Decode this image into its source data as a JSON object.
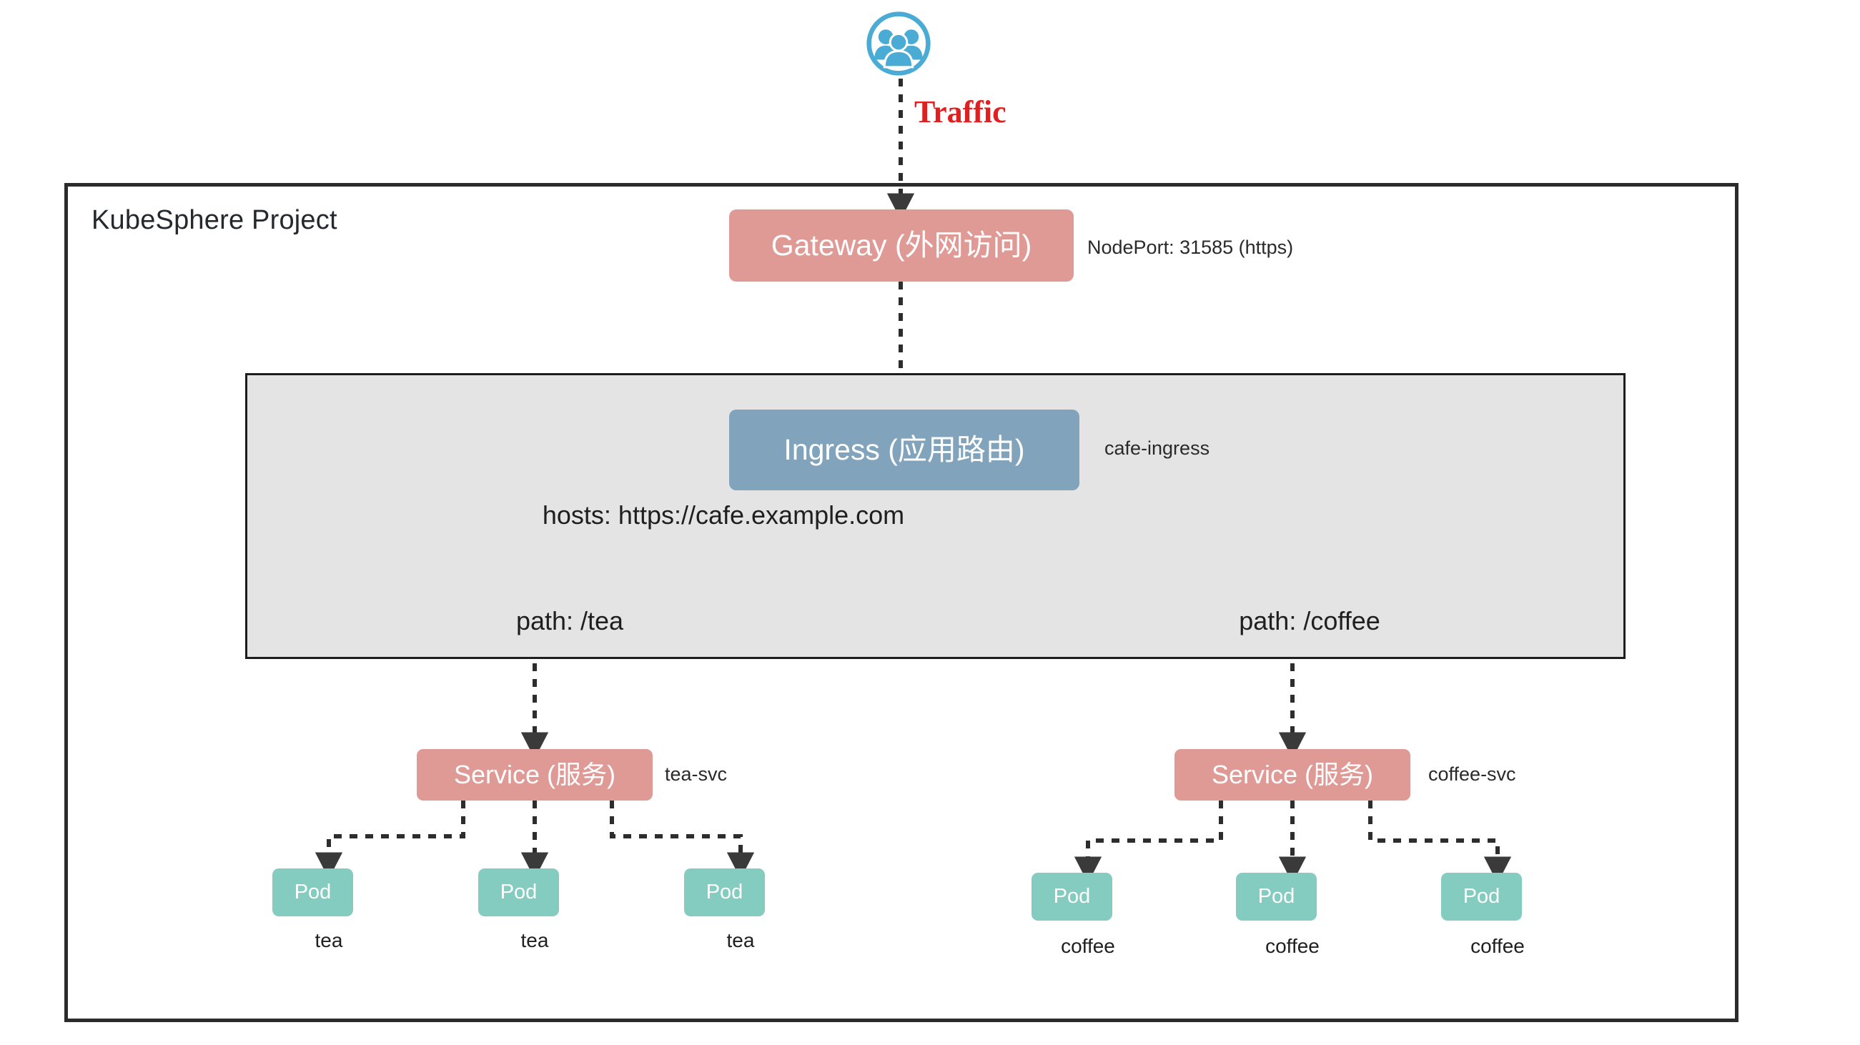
{
  "diagram": {
    "title": "KubeSphere Ingress routing",
    "colors": {
      "gateway": "#e09a96",
      "ingress": "#81a4bc",
      "service": "#e09a96",
      "pod": "#84ccc0",
      "region_background": "#e4e4e4",
      "traffic_text": "#e02020",
      "frame_border": "#2b2b2b"
    },
    "project_frame": {
      "label": "KubeSphere Project"
    },
    "source": {
      "icon": "users-icon",
      "traffic_label": "Traffic"
    },
    "gateway": {
      "label": "Gateway (外网访问)",
      "annotation": "NodePort: 31585 (https)"
    },
    "ingress": {
      "label": "Ingress (应用路由)",
      "annotation": "cafe-ingress",
      "hosts": "hosts: https://cafe.example.com"
    },
    "routes": [
      {
        "path_label": "path: /tea",
        "branch": "tea"
      },
      {
        "path_label": "path: /coffee",
        "branch": "coffee"
      }
    ],
    "services": [
      {
        "label": "Service (服务)",
        "annotation": "tea-svc"
      },
      {
        "label": "Service (服务)",
        "annotation": "coffee-svc"
      }
    ],
    "pods": {
      "tea": [
        {
          "label": "Pod",
          "caption": "tea"
        },
        {
          "label": "Pod",
          "caption": "tea"
        },
        {
          "label": "Pod",
          "caption": "tea"
        }
      ],
      "coffee": [
        {
          "label": "Pod",
          "caption": "coffee"
        },
        {
          "label": "Pod",
          "caption": "coffee"
        },
        {
          "label": "Pod",
          "caption": "coffee"
        }
      ]
    }
  }
}
